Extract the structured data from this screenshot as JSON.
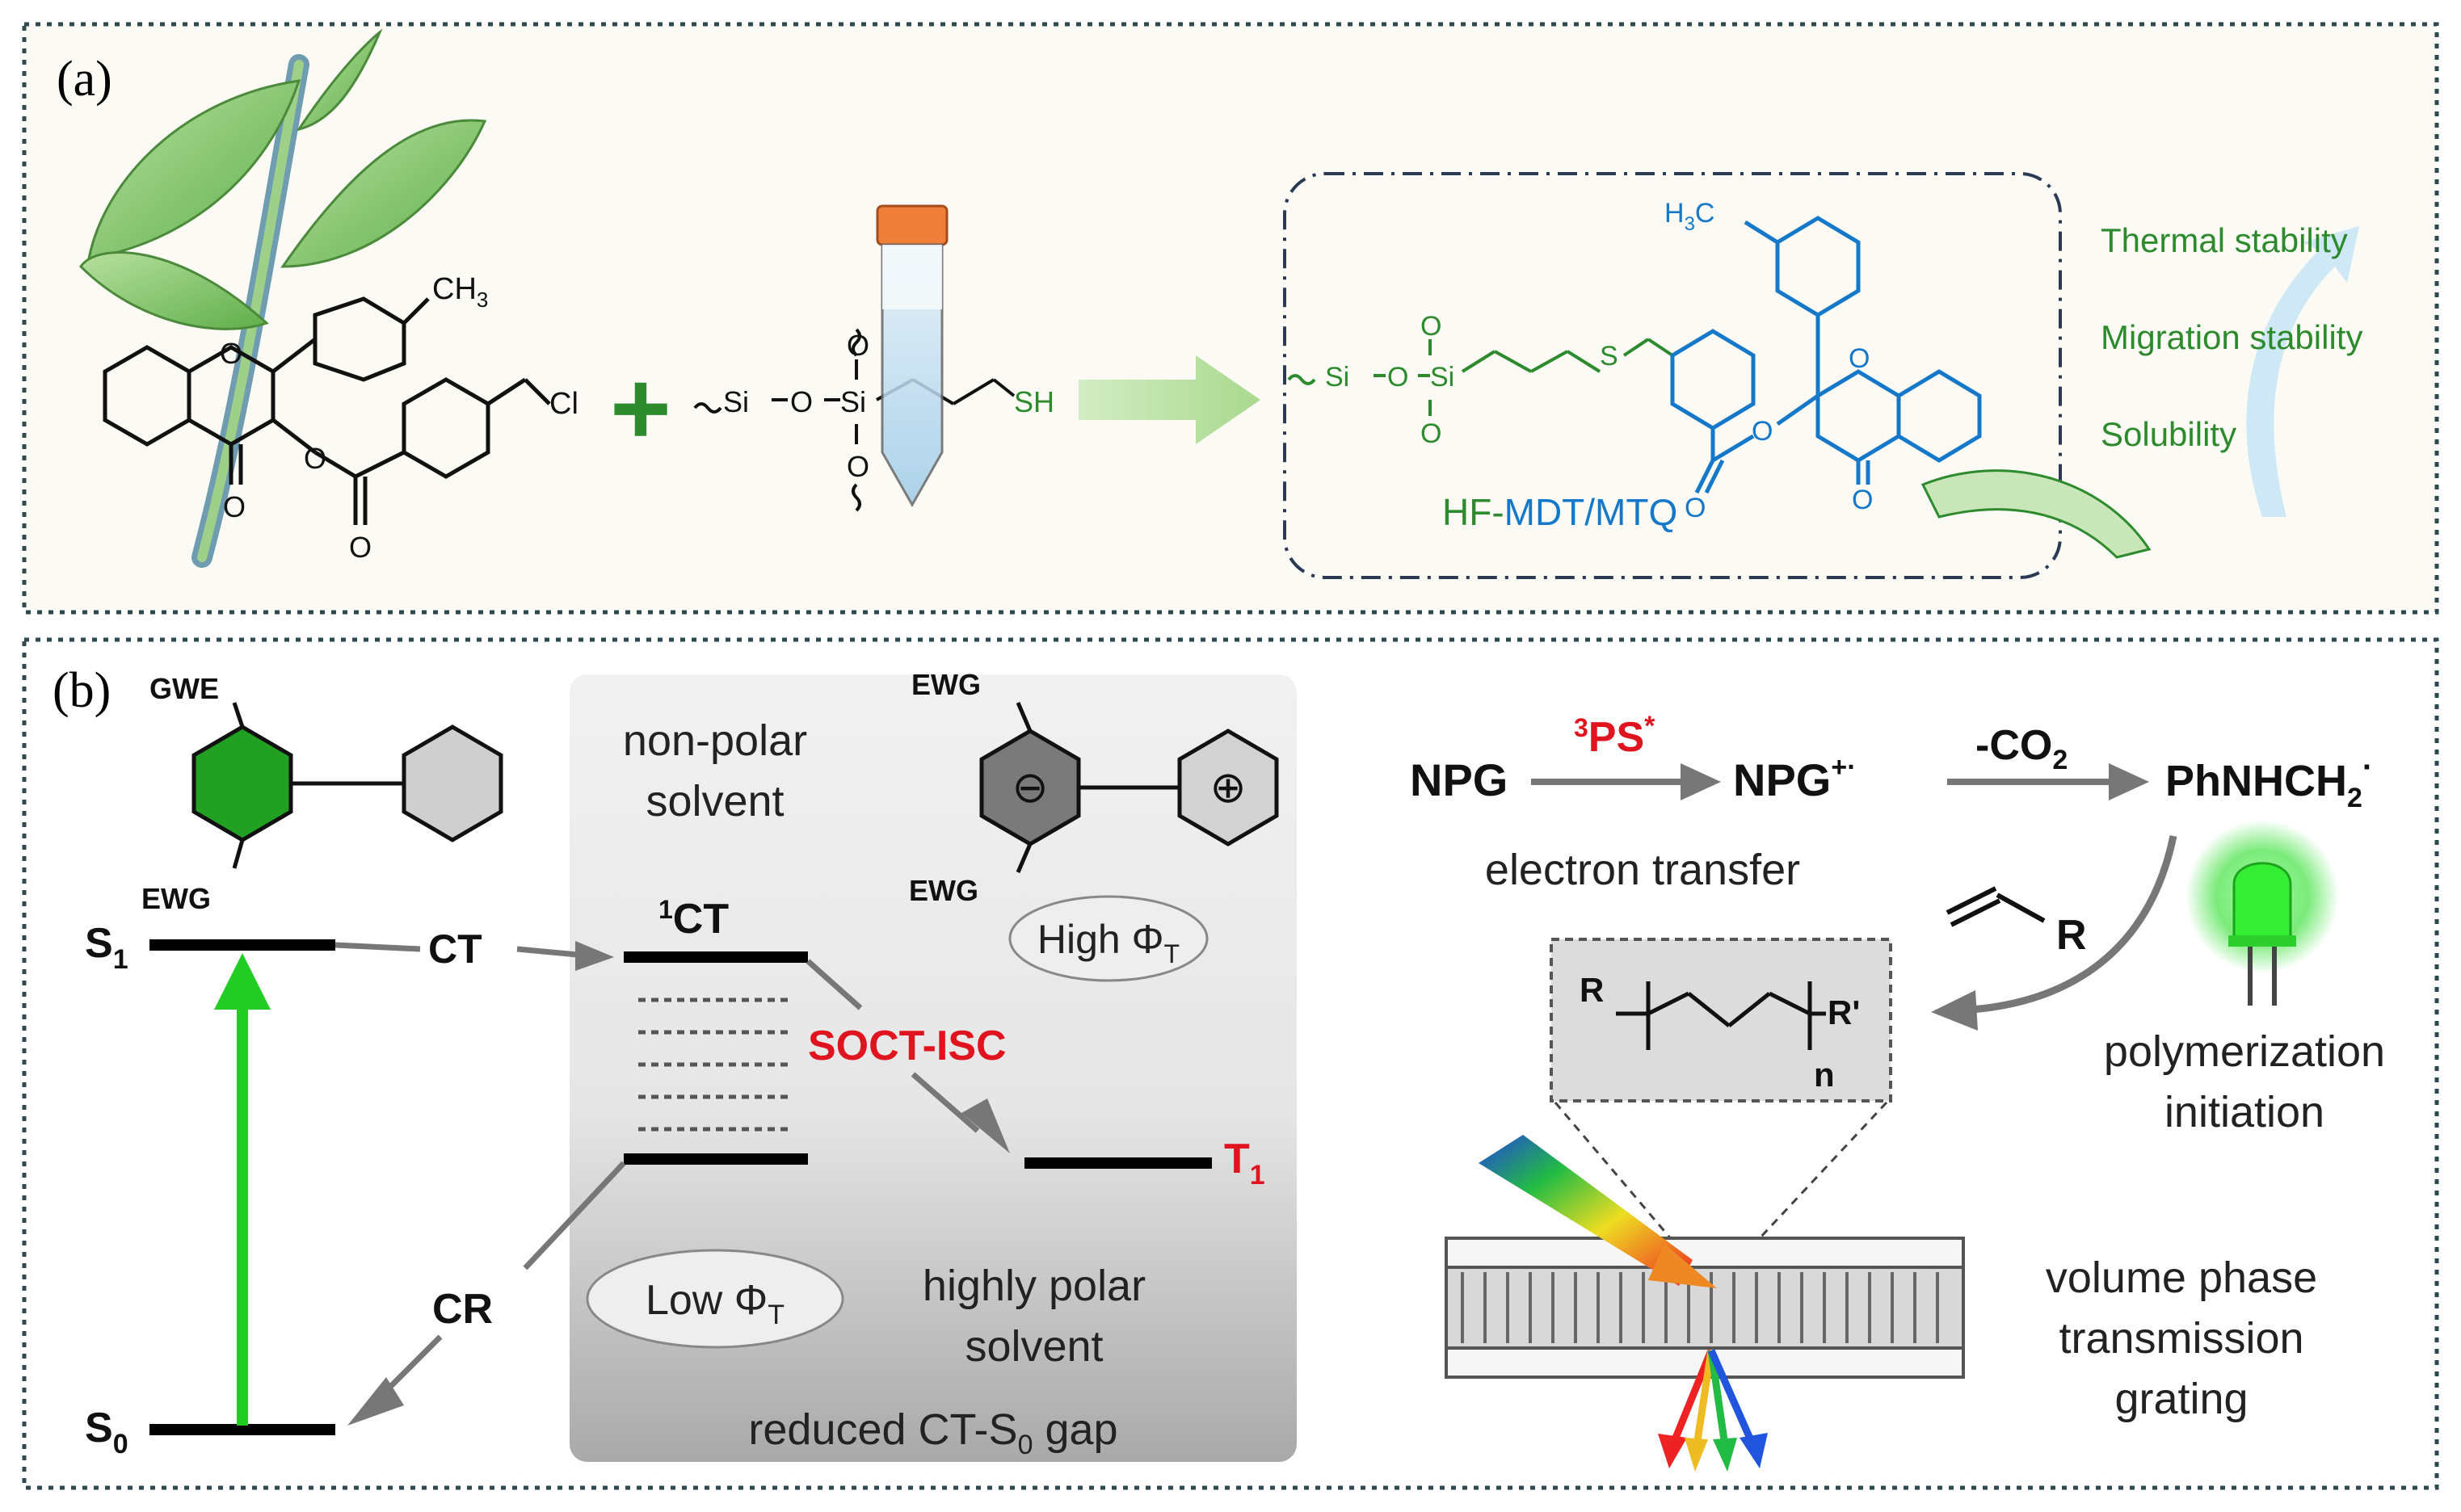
{
  "panel_a": {
    "label": "(a)",
    "ch3": "CH",
    "ch3_sub": "3",
    "cl": "Cl",
    "o_ring": "O",
    "o_ketone": "O",
    "o_ester": "O",
    "o_carbonyl": "O",
    "plus": "+",
    "si1": "Si",
    "o_link": "O",
    "si2": "Si",
    "o_top": "O",
    "o_bot": "O",
    "sh": "SH",
    "prod_si1": "Si",
    "prod_o_link": "O",
    "prod_si2": "Si",
    "prod_o_top": "O",
    "prod_o_bot": "O",
    "prod_s": "S",
    "prod_h3c": "H",
    "prod_h3c_sub": "3",
    "prod_h3c_c": "C",
    "prod_o_ring": "O",
    "prod_o_ketone": "O",
    "prod_o_ester": "O",
    "prod_o_carbonyl": "O",
    "product_label_green": "HF-",
    "product_label_blue": "MDT/MTQ",
    "properties": [
      "Thermal stability",
      "Migration stability",
      "Solubility"
    ]
  },
  "panel_b": {
    "label": "(b)",
    "gwe": "GWE",
    "ewg_left": "EWG",
    "s1": "S",
    "s1_sub": "1",
    "s0": "S",
    "s0_sub": "0",
    "ct": "CT",
    "cr": "CR",
    "nonpolar_1": "non-polar",
    "nonpolar_2": "solvent",
    "ct1_sup": "1",
    "ct1": "CT",
    "ewg_top": "EWG",
    "ewg_bottom": "EWG",
    "minus_sign": "⊖",
    "plus_sign": "⊕",
    "high_phi": "High Φ",
    "high_phi_sub": "T",
    "soct_isc": "SOCT-ISC",
    "t1": "T",
    "t1_sub": "1",
    "low_phi": "Low Φ",
    "low_phi_sub": "T",
    "highly_polar_1": "highly polar",
    "highly_polar_2": "solvent",
    "reduced_gap": "reduced CT-S",
    "reduced_gap_sub": "0",
    "reduced_gap_tail": " gap",
    "npg": "NPG",
    "ps_sup": "3",
    "ps": "PS",
    "ps_star": "*",
    "npg_radical": "NPG",
    "npg_radical_sup": "+·",
    "co2": "-CO",
    "co2_sub": "2",
    "phnhch2": "PhNHCH",
    "phnhch2_sub": "2",
    "phnhch2_dot": "·",
    "electron_transfer": "electron transfer",
    "monomer_r": "R",
    "poly_r": "R",
    "poly_n": "n",
    "poly_r_prime": "R'",
    "polymerization_1": "polymerization",
    "polymerization_2": "initiation",
    "grating_1": "volume phase",
    "grating_2": "transmission",
    "grating_3": "grating"
  },
  "colors": {
    "border": "#2e4a50",
    "panel_a_bg": "#fbfaf4",
    "green_label": "#1e7a1e",
    "blue_label": "#1678c8",
    "red_label": "#e0141e",
    "excitation_green": "#22cc22",
    "arrow_gray": "#7a7a7a",
    "donor_green": "#22a022"
  }
}
